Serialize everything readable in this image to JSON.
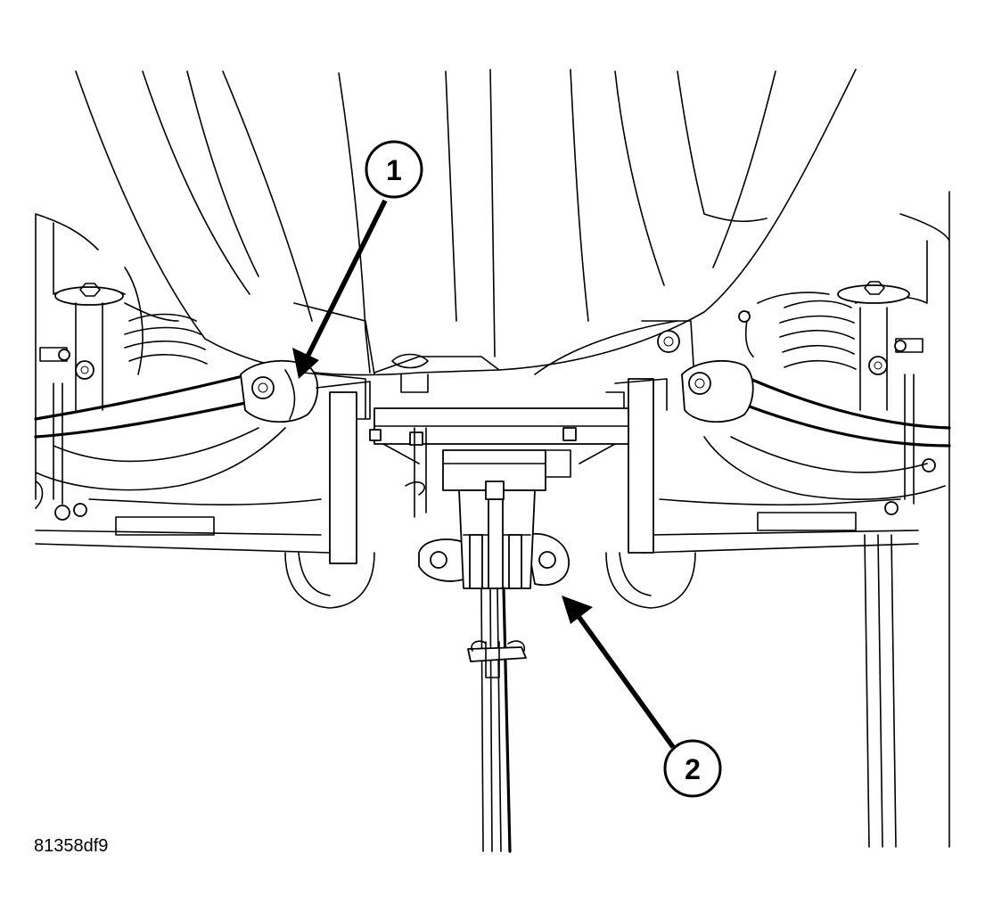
{
  "figure": {
    "id_label": "81358df9",
    "callouts": [
      {
        "number": "1"
      },
      {
        "number": "2"
      }
    ]
  },
  "colors": {
    "line": "#000000",
    "background": "#ffffff"
  }
}
